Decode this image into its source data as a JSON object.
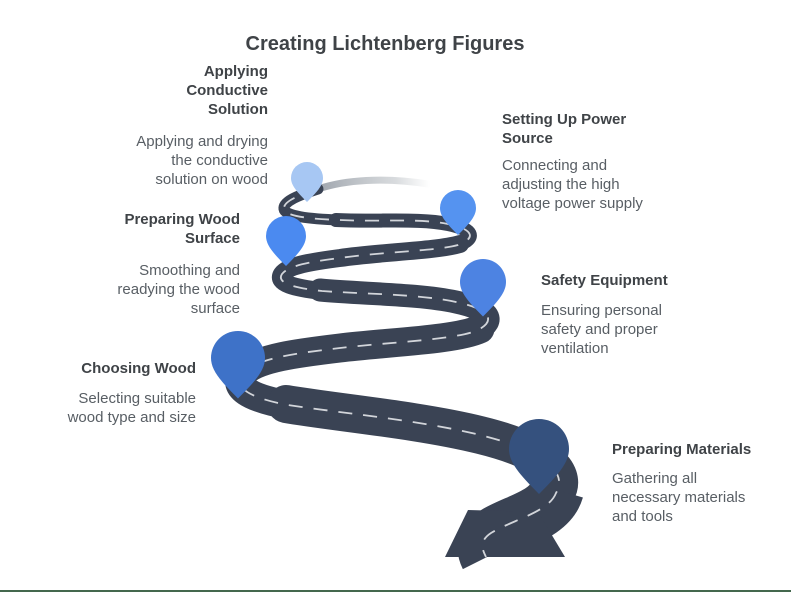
{
  "title": "Creating Lichtenberg Figures",
  "colors": {
    "road_surface": "#3a4354",
    "road_dash": "#e3e5e9",
    "road_fade": "#9aa1a9",
    "heading_text": "#3f4347",
    "description_text": "#585e64",
    "accent_bottom_line": "#44684e"
  },
  "steps": [
    {
      "order": 1,
      "label": "Preparing Materials",
      "description": "Gathering all necessary materials and tools",
      "pin_color": "#35517e",
      "side": "right"
    },
    {
      "order": 2,
      "label": "Choosing Wood",
      "description": "Selecting suitable wood type and size",
      "pin_color": "#3e72c8",
      "side": "left"
    },
    {
      "order": 3,
      "label": "Safety Equipment",
      "description": "Ensuring personal safety and proper ventilation",
      "pin_color": "#4d83e2",
      "side": "right"
    },
    {
      "order": 4,
      "label": "Preparing Wood Surface",
      "description": "Smoothing and readying the wood surface",
      "pin_color": "#4b8af0",
      "side": "left"
    },
    {
      "order": 5,
      "label": "Setting Up Power Source",
      "description": "Connecting and adjusting the high voltage power supply",
      "pin_color": "#5593f0",
      "side": "right"
    },
    {
      "order": 6,
      "label": "Applying Conductive Solution",
      "description": "Applying and drying the conductive solution on wood",
      "pin_color": "#a7c7f3",
      "side": "left"
    }
  ]
}
